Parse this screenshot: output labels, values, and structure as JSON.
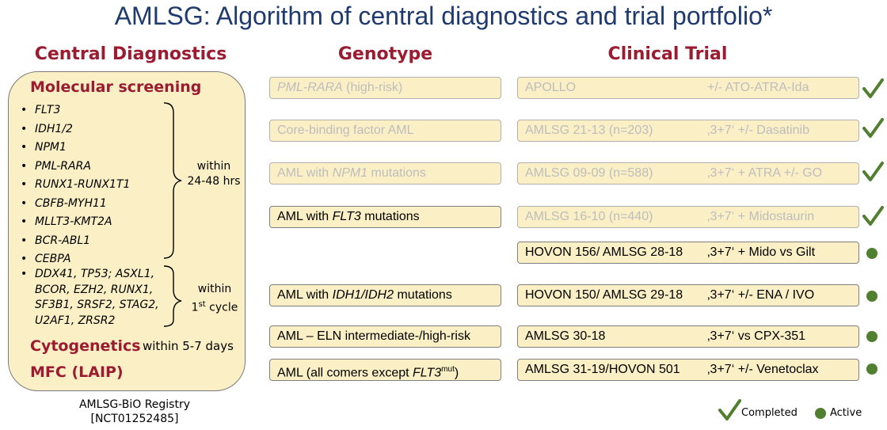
{
  "title": "AMLSG: Algorithm of central diagnostics and trial portfolio*",
  "columns": {
    "diagnostics": "Central Diagnostics",
    "genotype": "Genotype",
    "trial": "Clinical Trial"
  },
  "diagnostics": {
    "molecular_heading": "Molecular screening",
    "group1_genes": [
      "FLT3",
      "IDH1/2",
      "NPM1",
      "PML-RARA",
      "RUNX1-RUNX1T1",
      "CBFB-MYH11",
      "MLLT3-KMT2A",
      "BCR-ABL1",
      "CEBPA"
    ],
    "group1_time_line1": "within",
    "group1_time_line2": "24-48 hrs",
    "group2_lines": [
      "DDX41, TP53; ASXL1,",
      "BCOR, EZH2, RUNX1,",
      "SF3B1, SRSF2, STAG2,",
      "U2AF1, ZRSR2"
    ],
    "group2_time_line1": "within",
    "group2_time_line2_num": "1",
    "group2_time_line2_sup": "st",
    "group2_time_line2_rest": " cycle",
    "cytogenetics_heading": "Cytogenetics",
    "cytogenetics_time": "within 5-7 days",
    "mfc_heading": "MFC (LAIP)"
  },
  "registry_line1": "AMLSG-BiO Registry",
  "registry_line2": "[NCT01252485]",
  "genotypes": [
    {
      "pre": "",
      "ital": "PML-RARA",
      "post": " (high-risk)",
      "sup": "",
      "close": ""
    },
    {
      "pre": "Core-binding factor AML",
      "ital": "",
      "post": "",
      "sup": "",
      "close": ""
    },
    {
      "pre": "AML with ",
      "ital": "NPM1",
      "post": " mutations",
      "sup": "",
      "close": ""
    },
    {
      "pre": "AML with ",
      "ital": "FLT3",
      "post": " mutations",
      "sup": "",
      "close": ""
    },
    {
      "pre": "AML with ",
      "ital": "IDH1/IDH2",
      "post": " mutations",
      "sup": "",
      "close": ""
    },
    {
      "pre": "AML – ELN intermediate-/high-risk",
      "ital": "",
      "post": "",
      "sup": "",
      "close": ""
    },
    {
      "pre": "AML (all comers except ",
      "ital": "FLT3",
      "post": "",
      "sup": "mut",
      "close": ")"
    }
  ],
  "trials": [
    {
      "name": "APOLLO",
      "arm": "+/- ATO-ATRA-Ida",
      "status": "completed"
    },
    {
      "name": "AMLSG 21-13 (n=203)",
      "arm": "‚3+7‘ +/- Dasatinib",
      "status": "completed"
    },
    {
      "name": "AMLSG 09-09 (n=588)",
      "arm": "‚3+7‘ + ATRA +/- GO",
      "status": "completed"
    },
    {
      "name": "AMLSG 16-10 (n=440)",
      "arm": "‚3+7‘ + Midostaurin",
      "status": "completed"
    },
    {
      "name": "HOVON 156/ AMLSG 28-18",
      "arm": "‚3+7‘ + Mido vs Gilt",
      "status": "active"
    },
    {
      "name": "HOVON 150/ AMLSG 29-18",
      "arm": "‚3+7‘ +/- ENA / IVO",
      "status": "active"
    },
    {
      "name": "AMLSG 30-18",
      "arm": "‚3+7‘ vs CPX-351",
      "status": "active"
    },
    {
      "name": "AMLSG 31-19/HOVON 501",
      "arm": "‚3+7‘ +/- Venetoclax",
      "status": "active"
    }
  ],
  "legend": {
    "completed": "Completed",
    "active": "Active"
  },
  "colors": {
    "title": "#1f3a6e",
    "heading": "#9b1b30",
    "box_fill": "#fbefc6",
    "check": "#4f7f2f",
    "faded_text": "#bdbdbd"
  }
}
